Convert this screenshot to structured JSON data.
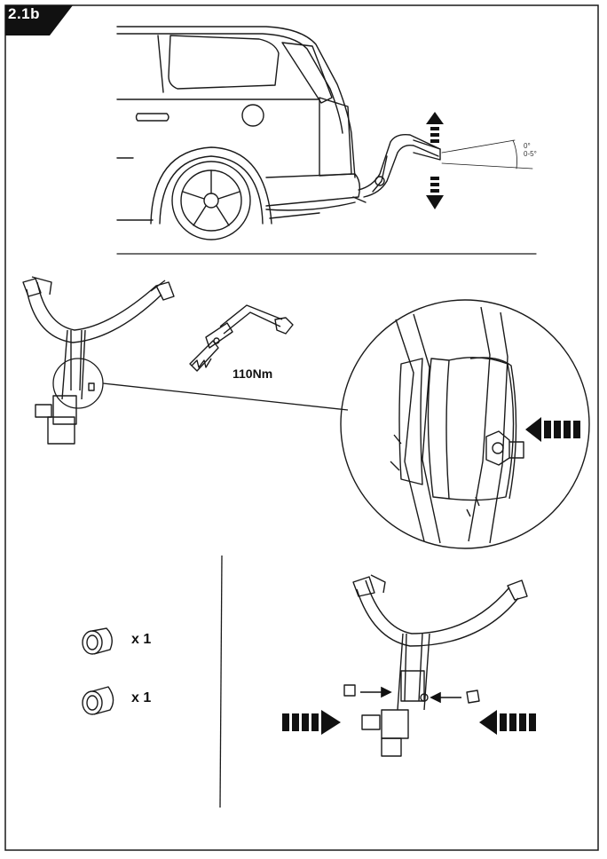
{
  "step": {
    "label": "2.1b"
  },
  "torque": {
    "value": "110Nm"
  },
  "parts": [
    {
      "name": "bushing",
      "quantity": "x 1"
    },
    {
      "name": "bushing",
      "quantity": "x 1"
    }
  ],
  "angle": {
    "label": "0°\n0-5°"
  },
  "colors": {
    "ink": "#1a1a1a",
    "badge": "#111111",
    "paper": "#ffffff"
  },
  "icons": [
    "car-rear-outline",
    "tow-bar-arm",
    "up-arrow",
    "down-arrow",
    "torque-wrench",
    "bike-carrier-y-frame",
    "zoom-circle",
    "push-arrow-left",
    "push-arrow-right",
    "bushing"
  ]
}
